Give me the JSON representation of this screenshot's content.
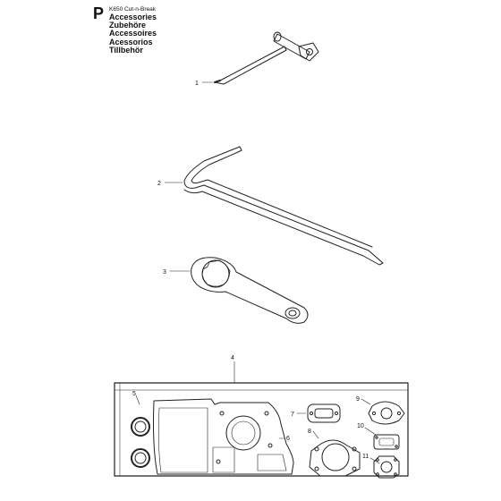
{
  "header": {
    "section_letter": "P",
    "model": "K650 Cut-n-Break",
    "titles": [
      "Accessories",
      "Zubehöre",
      "Accessoires",
      "Acessorios",
      "Tillbehör"
    ]
  },
  "callouts": [
    "1",
    "2",
    "3",
    "4",
    "5",
    "6",
    "7",
    "8",
    "9",
    "10",
    "11"
  ]
}
